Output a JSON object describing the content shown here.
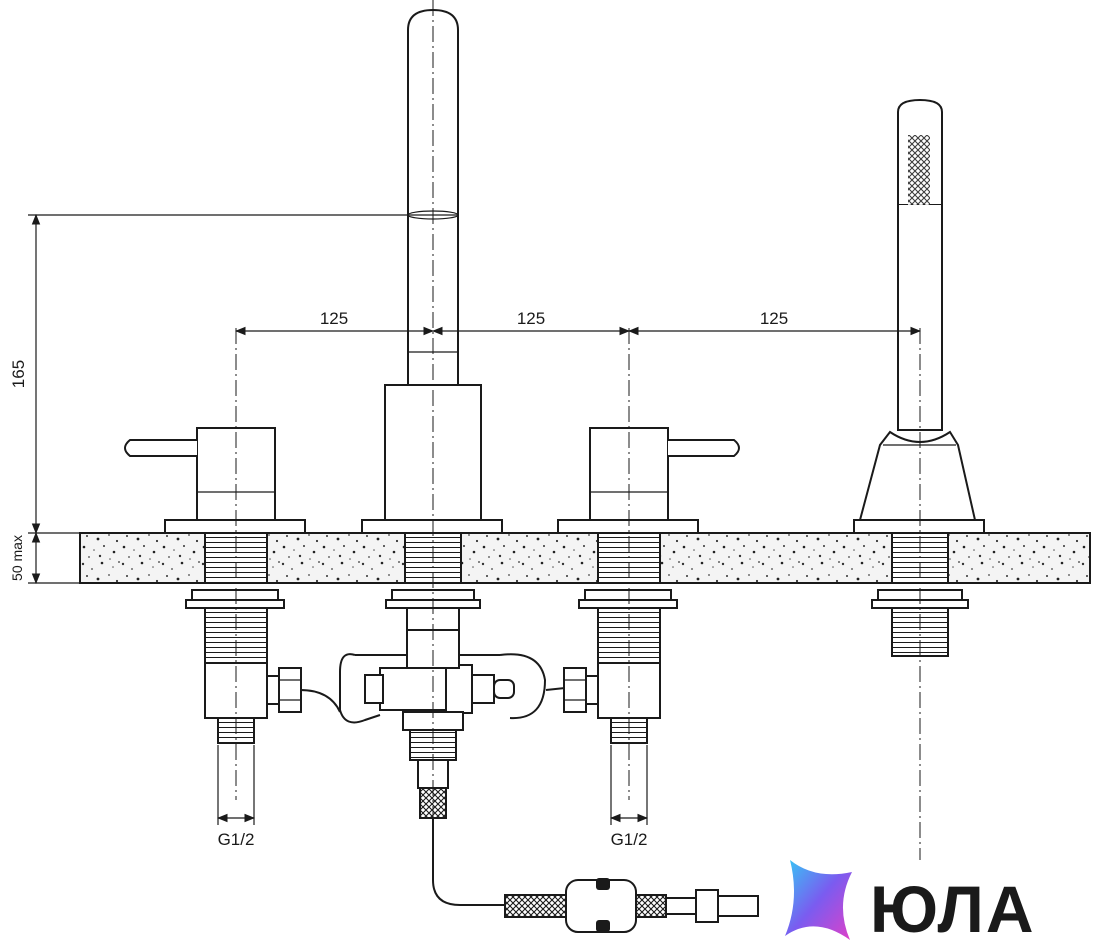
{
  "dimensions": {
    "spacing_1": "125",
    "spacing_2": "125",
    "spacing_3": "125",
    "height": "165",
    "deck_thickness": "50 max"
  },
  "connections": {
    "left_inlet": "G1/2",
    "right_inlet": "G1/2"
  },
  "brand": {
    "name": "ЮЛА",
    "colors": {
      "gradient_start": "#35c8f5",
      "gradient_mid": "#7a5cf0",
      "gradient_end": "#e040c8",
      "text": "#1a1a1a"
    }
  }
}
